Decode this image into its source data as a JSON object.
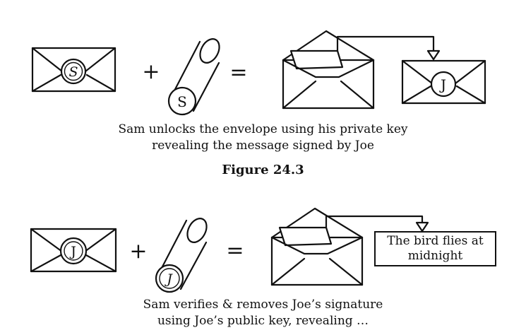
{
  "row1": {
    "sealed_letter": "S",
    "key_letter": "S",
    "plus": "+",
    "equals": "=",
    "inner_letter": "J"
  },
  "caption1": {
    "line1": "Sam unlocks the envelope using his private key",
    "line2": "revealing the message signed by Joe"
  },
  "figure_label": "Figure 24.3",
  "row2": {
    "sealed_letter": "J",
    "key_letter": "J",
    "plus": "+",
    "equals": "=",
    "message_line1": "The bird flies at",
    "message_line2": "midnight"
  },
  "caption2": {
    "line1": "Sam verifies & removes Joe’s signature",
    "line2": "using Joe’s public key, revealing …"
  }
}
